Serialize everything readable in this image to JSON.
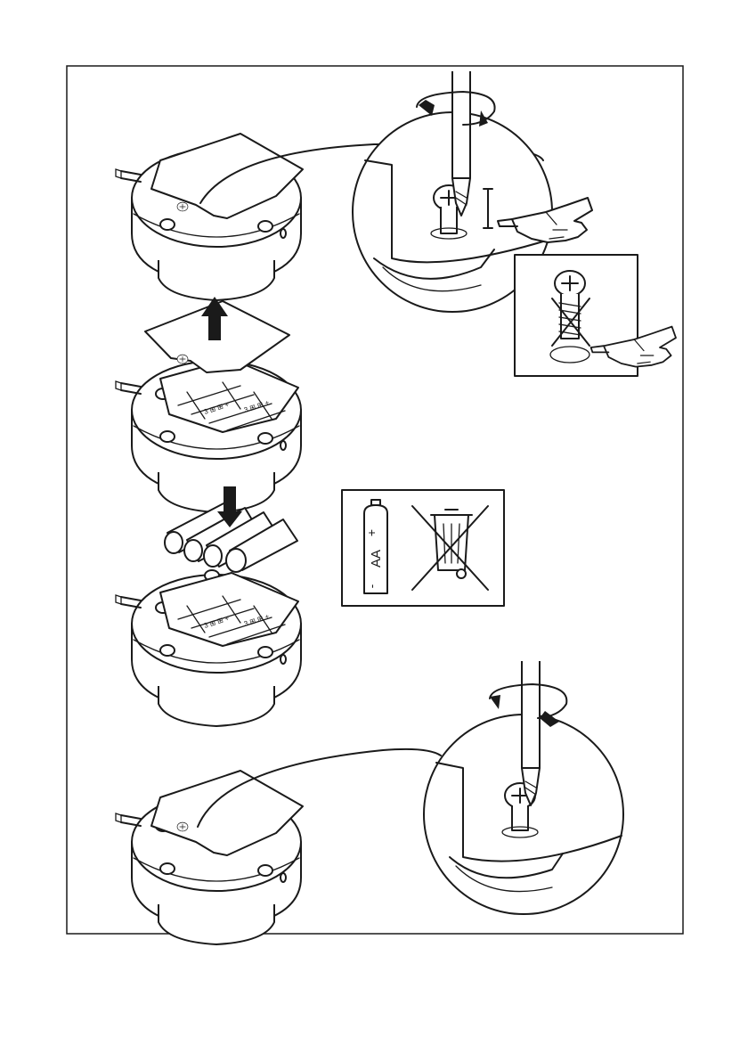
{
  "battery_label": {
    "type": "AA",
    "plus": "+",
    "minus": "-"
  },
  "icons": {
    "screwdriver": "screwdriver-icon",
    "rotate_arrow": "rotate-arrow-icon",
    "pointing_hand": "pointing-hand-icon",
    "weee_bin": "crossed-out-bin-icon",
    "lift_arrow": "arrow-up-icon",
    "insert_arrow": "arrow-down-icon"
  },
  "steps": [
    "step-loosen-screw",
    "step-remove-cover",
    "step-insert-batteries",
    "step-tighten-screw"
  ]
}
